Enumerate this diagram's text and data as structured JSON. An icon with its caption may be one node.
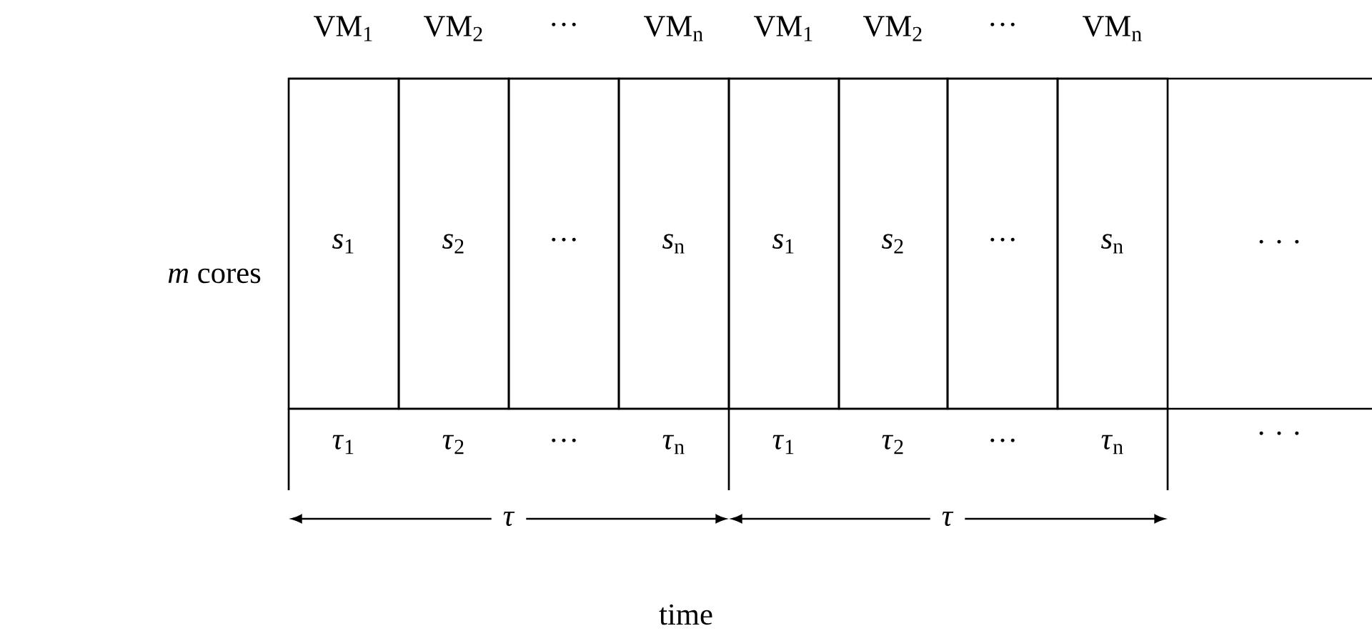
{
  "diagram": {
    "nodes": [
      {
        "text": [
          "*s*$_{1}$"
        ]
      },
      {
        "text": [
          "*s*$_{2}$"
        ]
      },
      {
        "text": [
          "···"
        ]
      },
      {
        "text": [
          "*s*$_{n}$"
        ]
      },
      {
        "text": [
          "*s*$_{1}$"
        ]
      },
      {
        "text": [
          "*s*$_{2}$"
        ]
      },
      {
        "text": [
          "···"
        ]
      },
      {
        "text": [
          "*s*$_{n}$"
        ]
      }
    ],
    "labels": [
      "VM$_{1}$",
      "VM$_{2}$",
      "···",
      "VM$_{n}$",
      "VM$_{1}$",
      "VM$_{2}$",
      "···",
      "VM$_{n}$",
      "*m* cores",
      "·     ·     ·",
      "*τ*$_{1}$",
      "*τ*$_{2}$",
      "···",
      "*τ*$_{n}$",
      "*τ*$_{1}$",
      "*τ*$_{2}$",
      "···",
      "*τ*$_{n}$",
      "·     ·     ·",
      "*τ*",
      "*τ*",
      "time"
    ]
  }
}
